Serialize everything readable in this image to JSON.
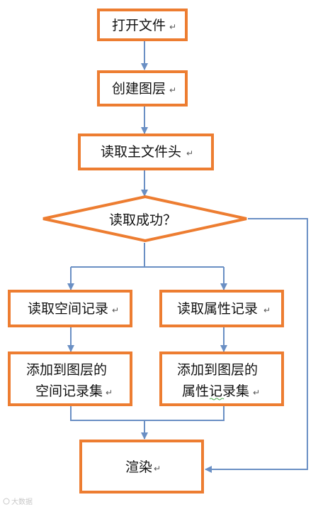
{
  "nodes": {
    "open_file": "打开文件",
    "create_layer": "创建图层",
    "read_main_header": "读取主文件头",
    "read_success": "读取成功？",
    "read_spatial_records": "读取空间记录",
    "read_attribute_records": "读取属性记录",
    "add_spatial_line1": "添加到图层的",
    "add_spatial_line2": "空间记录集",
    "add_attribute_line1": "添加到图层的",
    "add_attribute_line2": "属性记录集",
    "render": "渲染"
  },
  "paragraph_mark": "↵",
  "watermark": "大数据",
  "colors": {
    "box_border": "#ED7D31",
    "connector": "#6A8FC4"
  }
}
